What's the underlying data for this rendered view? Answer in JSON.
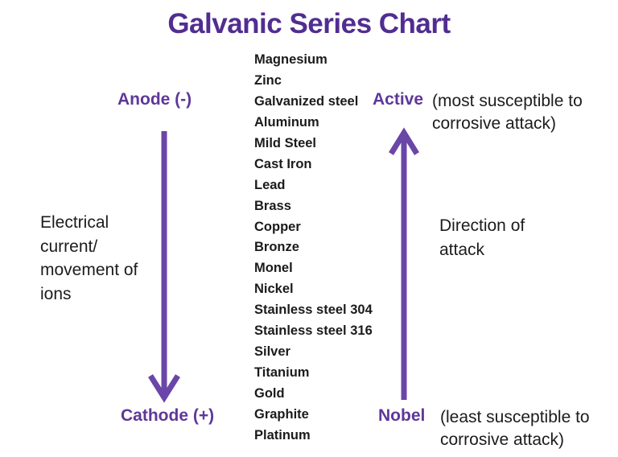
{
  "title": "Galvanic Series Chart",
  "labels": {
    "anode": "Anode (-)",
    "cathode": "Cathode (+)",
    "active": "Active",
    "nobel": "Nobel"
  },
  "active_note": {
    "line1": "(most susceptible to",
    "line2": "corrosive attack)"
  },
  "nobel_note": {
    "line1": "(least susceptible to",
    "line2": "corrosive attack)"
  },
  "left_note": {
    "lines": [
      "Electrical",
      "current/",
      "movement of",
      "ions"
    ]
  },
  "right_note": {
    "lines": [
      "Direction of",
      "attack"
    ]
  },
  "metals": [
    "Magnesium",
    "Zinc",
    "Galvanized steel",
    "Aluminum",
    "Mild Steel",
    "Cast Iron",
    "Lead",
    "Brass",
    "Copper",
    "Bronze",
    "Monel",
    "Nickel",
    "Stainless steel 304",
    "Stainless steel 316",
    "Silver",
    "Titanium",
    "Gold",
    "Graphite",
    "Platinum"
  ],
  "icons": {
    "left_arrow": "arrow-down",
    "right_arrow": "arrow-up"
  },
  "colors": {
    "title_purple": "#512D91",
    "label_purple": "#5F3798",
    "arrow_purple": "#6A46A8",
    "text_black": "#1b1b1b",
    "background": "#ffffff"
  }
}
